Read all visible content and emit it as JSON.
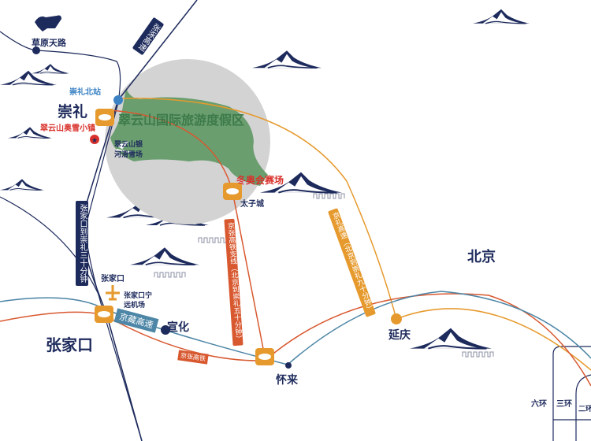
{
  "colors": {
    "navy": "#1d2a5c",
    "orange": "#e69a2e",
    "red": "#d8582f",
    "blue": "#4d86a6",
    "green": "#6a9e6f",
    "grey": "#d3d3d3",
    "accent_red": "#d9312b",
    "light_blue": "#3b82c4"
  },
  "places": {
    "grassland_road": "草原天路",
    "chongli_north": "崇礼北站",
    "chongli": "崇礼",
    "cuiyun_town": "翠云山奥雪小镇",
    "resort": "翠云山国际旅游度假区",
    "ski_field": "翠云山银河滑雪场",
    "winter_olympics": "冬奥会赛场",
    "taizicheng": "太子城",
    "zjk_small": "张家口",
    "airport": "张家口宁远机场",
    "zhangjiakou": "张家口",
    "xuanhua": "宣化",
    "huailai": "怀来",
    "yanqing": "延庆",
    "beijing": "北京",
    "ring6": "六环",
    "ring3": "三环",
    "ring2": "二环"
  },
  "routes": {
    "zhangzhuo": "张涿高速",
    "zjk_chongli": "张家口到崇礼三十分钟",
    "branch": "京张高铁支线（北京到崇礼五十分钟）",
    "jingli": "京礼高速（北京到崇礼九十分钟）",
    "jingzang": "京藏高速",
    "jingzhang": "京张高铁"
  },
  "icons": [
    "horse-icon",
    "train-station-icon",
    "airplane-icon",
    "skier-icon",
    "star-icon",
    "mountain-icon",
    "great-wall-icon"
  ]
}
